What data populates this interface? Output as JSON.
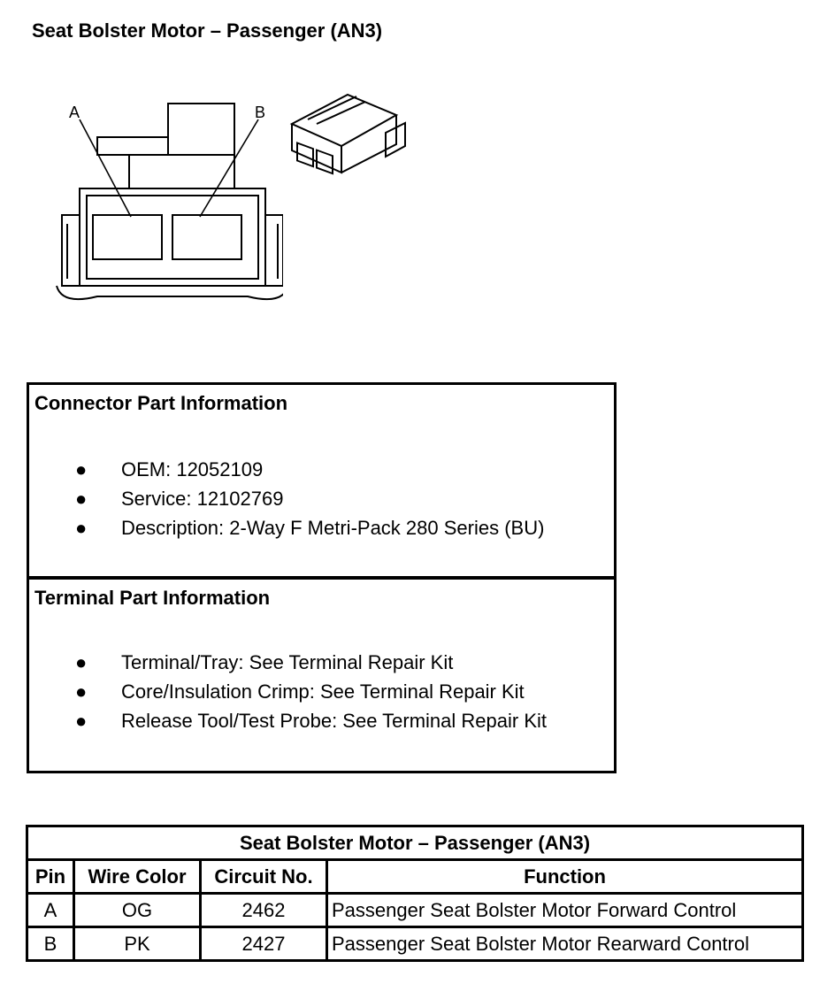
{
  "page": {
    "title": "Seat Bolster Motor – Passenger (AN3)"
  },
  "drawing": {
    "label_a": "A",
    "label_b": "B"
  },
  "connector_info": {
    "title": "Connector Part Information",
    "items": [
      "OEM: 12052109",
      "Service: 12102769",
      "Description: 2-Way F Metri-Pack 280 Series (BU)"
    ]
  },
  "terminal_info": {
    "title": "Terminal Part Information",
    "items": [
      "Terminal/Tray: See Terminal Repair Kit",
      "Core/Insulation Crimp: See Terminal Repair Kit",
      "Release Tool/Test Probe: See Terminal Repair Kit"
    ]
  },
  "table": {
    "title": "Seat Bolster Motor – Passenger (AN3)",
    "headers": {
      "pin": "Pin",
      "wire_color": "Wire Color",
      "circuit": "Circuit No.",
      "function": "Function"
    },
    "rows": [
      {
        "pin": "A",
        "wire_color": "OG",
        "circuit": "2462",
        "function": "Passenger Seat Bolster Motor Forward Control"
      },
      {
        "pin": "B",
        "wire_color": "PK",
        "circuit": "2427",
        "function": "Passenger Seat Bolster Motor Rearward Control"
      }
    ]
  }
}
